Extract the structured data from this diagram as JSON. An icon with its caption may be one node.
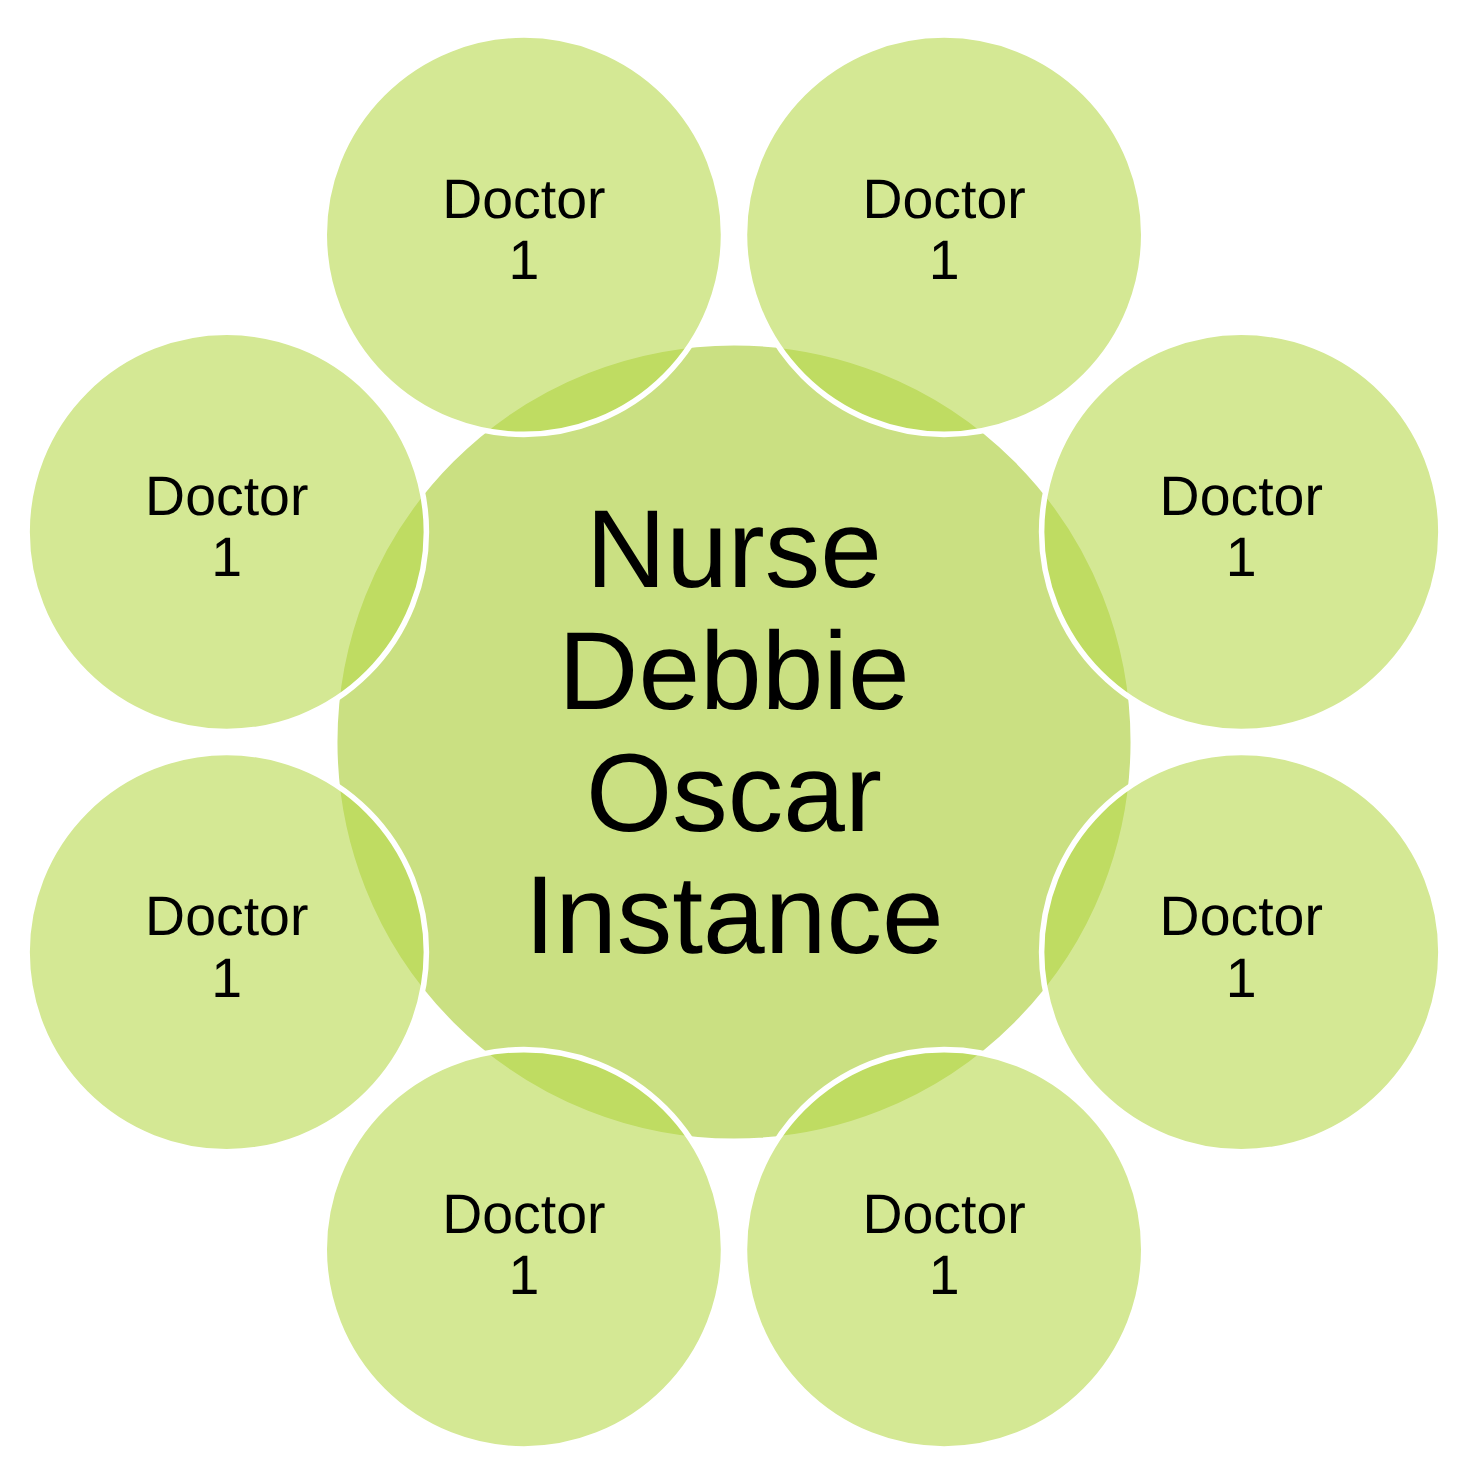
{
  "diagram": {
    "nodes": [
      {
        "text": [
          "Nurse Debbie Oscar Instance"
        ]
      },
      {
        "text": [
          "Doctor 1"
        ]
      },
      {
        "text": [
          "Doctor 1"
        ]
      },
      {
        "text": [
          "Doctor 1"
        ]
      },
      {
        "text": [
          "Doctor 1"
        ]
      },
      {
        "text": [
          "Doctor 1"
        ]
      },
      {
        "text": [
          "Doctor 1"
        ]
      },
      {
        "text": [
          "Doctor 1"
        ]
      },
      {
        "text": [
          "Doctor 1"
        ]
      }
    ],
    "edges": []
  }
}
